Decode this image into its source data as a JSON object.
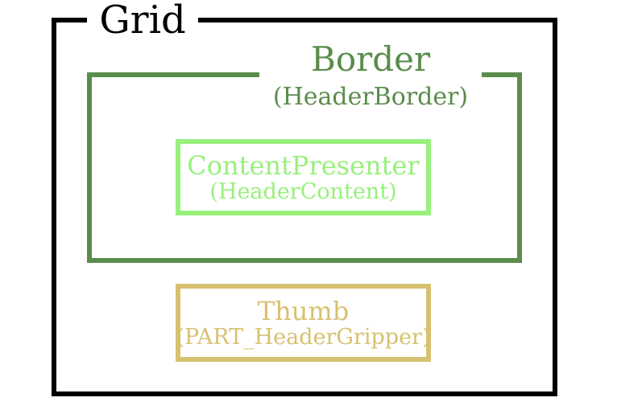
{
  "diagram": {
    "grid": {
      "label": "Grid"
    },
    "border": {
      "label": "Border",
      "sublabel": "(HeaderBorder)"
    },
    "content_presenter": {
      "label": "ContentPresenter",
      "sublabel": "(HeaderContent)"
    },
    "thumb": {
      "label": "Thumb",
      "sublabel": "(PART_HeaderGripper)"
    },
    "colors": {
      "grid_outline": "#000000",
      "border_outline": "#5A8C4C",
      "content_presenter_outline": "#98F07C",
      "thumb_outline": "#D7C170",
      "background": "#FFFFFF"
    }
  }
}
